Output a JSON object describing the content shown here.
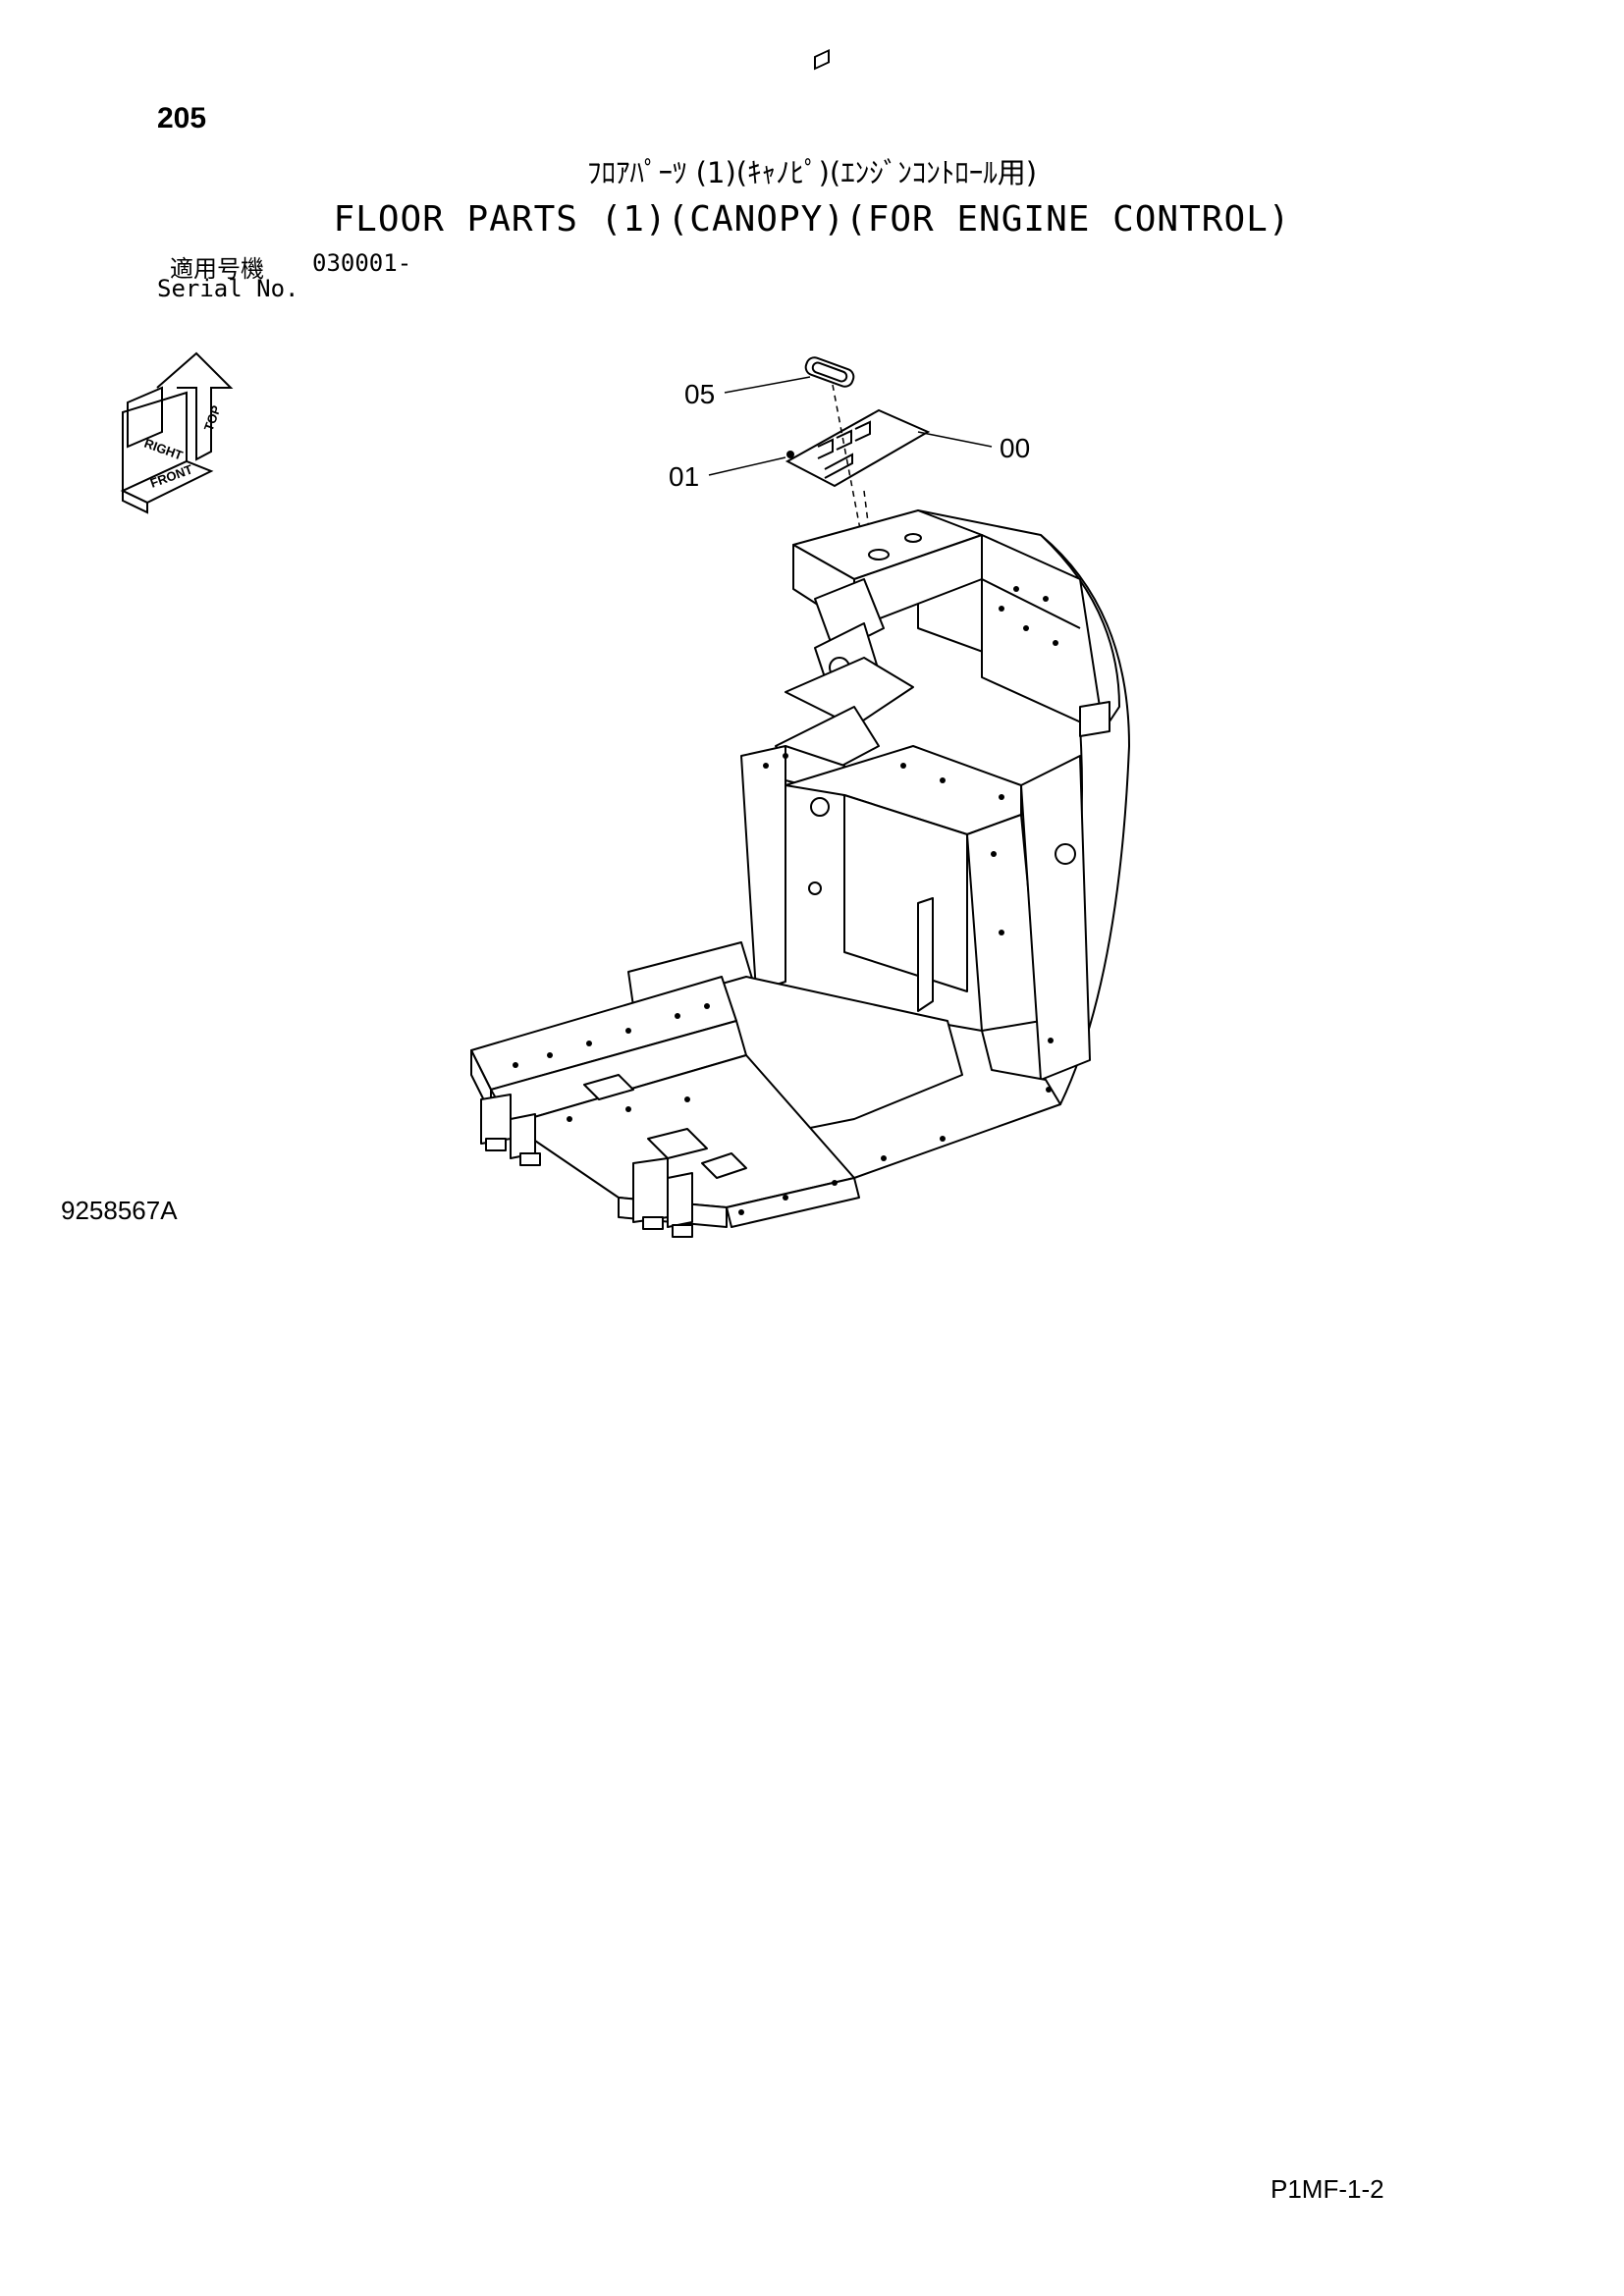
{
  "header": {
    "page_number": "205",
    "title_jp": "ﾌﾛｱﾊﾟｰﾂ (1)(ｷｬﾉﾋﾟ)(ｴﾝｼﾞﾝｺﾝﾄﾛｰﾙ用)",
    "title_en": "FLOOR PARTS (1)(CANOPY)(FOR ENGINE CONTROL)"
  },
  "serial": {
    "label_jp": "適用号機",
    "value": "030001-",
    "label_en": "Serial No."
  },
  "orientation": {
    "top_label": "TOP",
    "right_label": "RIGHT",
    "front_label": "FRONT"
  },
  "callouts": {
    "c05": "05",
    "c00": "00",
    "c01": "01"
  },
  "footer": {
    "drawing_number": "9258567A",
    "page_code": "P1MF-1-2"
  }
}
